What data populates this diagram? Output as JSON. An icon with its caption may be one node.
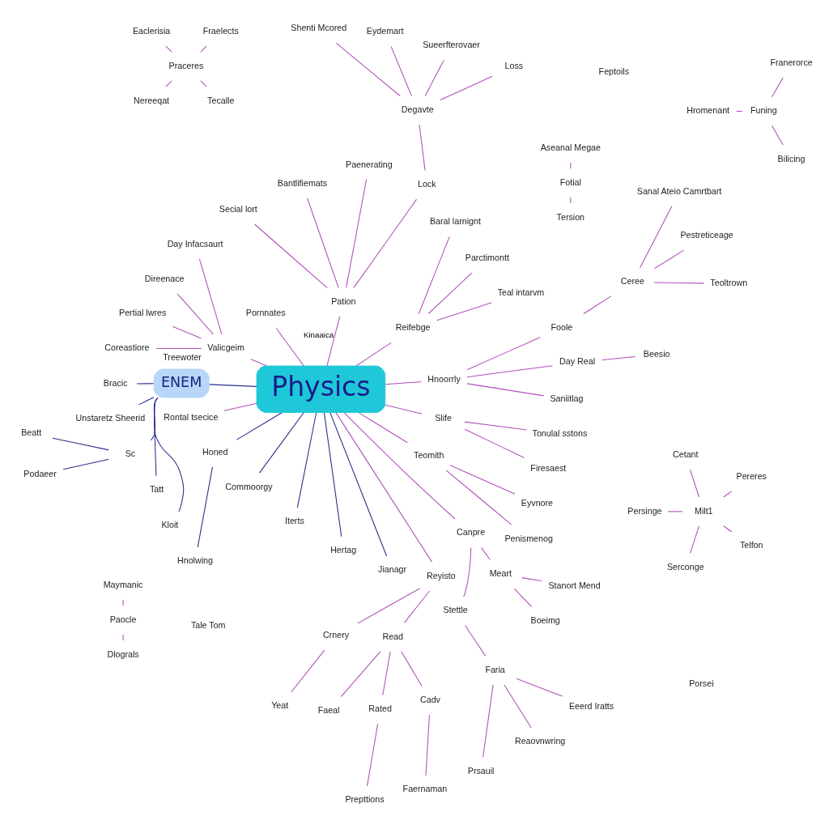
{
  "diagram": {
    "nodes": [
      {
        "text": [
          "Physics"
        ]
      },
      {
        "text": [
          "Hnoorrly"
        ]
      },
      {
        "text": [
          "Saniitlag"
        ]
      },
      {
        "text": [
          "Day Real"
        ]
      },
      {
        "text": [
          "Beesio"
        ]
      },
      {
        "text": [
          "Foole"
        ]
      },
      {
        "text": [
          "Ceree"
        ]
      },
      {
        "text": [
          "Teoltrown"
        ]
      },
      {
        "text": [
          "Pestreticeage"
        ]
      },
      {
        "text": [
          "Sanal Ateio Camrtbart"
        ]
      },
      {
        "text": [
          "Reifebge"
        ]
      },
      {
        "text": [
          "Teal intarvm"
        ]
      },
      {
        "text": [
          "Parctimontt"
        ]
      },
      {
        "text": [
          "Baral larnignt"
        ]
      },
      {
        "text": [
          "Degavte"
        ]
      },
      {
        "text": [
          "Loss"
        ]
      },
      {
        "text": [
          "Sueerfterovaer"
        ]
      },
      {
        "text": [
          "Eydemart"
        ]
      },
      {
        "text": [
          "Shenti Mcored"
        ]
      },
      {
        "text": [
          "Lock"
        ]
      },
      {
        "text": [
          "Pation"
        ]
      },
      {
        "text": [
          "Paenerating"
        ]
      },
      {
        "text": [
          "Bantlifiemats"
        ]
      },
      {
        "text": [
          "Secial lort"
        ]
      },
      {
        "text": [
          "Pornnates"
        ]
      },
      {
        "text": [
          "Valicgeim"
        ],
        "beside": [
          "Treewoter"
        ]
      },
      {
        "text": [
          "Day Infacsaurt"
        ]
      },
      {
        "text": [
          "Direenace"
        ]
      },
      {
        "text": [
          "Pertial lwres"
        ]
      },
      {
        "text": [
          "Coreastiore"
        ]
      },
      {
        "text": [
          "ENEM"
        ]
      },
      {
        "text": [
          "Bracic"
        ]
      },
      {
        "text": [
          "Unstaretz Sheerid"
        ]
      },
      {
        "text": [
          "Sc"
        ]
      },
      {
        "text": [
          "Beatt"
        ]
      },
      {
        "text": [
          "Podaeer"
        ]
      },
      {
        "text": [
          "Tatt"
        ]
      },
      {
        "text": [
          "Kloit"
        ]
      },
      {
        "text": [
          "Rontal tsecice"
        ]
      },
      {
        "text": [
          "Honed"
        ]
      },
      {
        "text": [
          "Hnolwing"
        ]
      },
      {
        "text": [
          "Commoorgy"
        ]
      },
      {
        "text": [
          "Iterts"
        ]
      },
      {
        "text": [
          "Hertag"
        ]
      },
      {
        "text": [
          "Jianagr"
        ]
      },
      {
        "text": [
          "Reyisto"
        ]
      },
      {
        "text": [
          "Crnery"
        ]
      },
      {
        "text": [
          "Yeat"
        ]
      },
      {
        "text": [
          "Read"
        ]
      },
      {
        "text": [
          "Faeal"
        ]
      },
      {
        "text": [
          "Rated"
        ]
      },
      {
        "text": [
          "Prepttions"
        ]
      },
      {
        "text": [
          "Cadv"
        ]
      },
      {
        "text": [
          "Faernaman"
        ]
      },
      {
        "text": [
          "Canpre"
        ]
      },
      {
        "text": [
          "Stettle"
        ]
      },
      {
        "text": [
          "Faria"
        ]
      },
      {
        "text": [
          "Prsauil"
        ]
      },
      {
        "text": [
          "Reaovnwring"
        ]
      },
      {
        "text": [
          "Eeerd Iratts"
        ]
      },
      {
        "text": [
          "Meart"
        ]
      },
      {
        "text": [
          "Boeimg"
        ]
      },
      {
        "text": [
          "Stanort Mend"
        ]
      },
      {
        "text": [
          "Tersion"
        ]
      },
      {
        "text": [
          "Fotial"
        ]
      },
      {
        "text": [
          "Aseanal Megae"
        ]
      },
      {
        "text": [
          "Telfon"
        ]
      },
      {
        "text": [
          "Milt1"
        ]
      },
      {
        "text": [
          "Pereres"
        ]
      },
      {
        "text": [
          "Cetant"
        ]
      },
      {
        "text": [
          "Persinge"
        ]
      },
      {
        "text": [
          "Serconge"
        ]
      },
      {
        "text": [
          "Bilicing"
        ]
      },
      {
        "text": [
          "Funing"
        ]
      },
      {
        "text": [
          "Franerorce"
        ]
      },
      {
        "text": [
          "Hromenant"
        ]
      },
      {
        "text": [
          "Dlograls"
        ]
      },
      {
        "text": [
          "Paocle"
        ]
      },
      {
        "text": [
          "Maymanic"
        ]
      },
      {
        "text": [
          "Teomith"
        ]
      },
      {
        "text": [
          "Penismenog"
        ]
      },
      {
        "text": [
          "Eyvnore"
        ]
      },
      {
        "text": [
          "Slife"
        ]
      },
      {
        "text": [
          "Firesaest"
        ]
      },
      {
        "text": [
          "Tonulal sstons"
        ]
      },
      {
        "text": [
          "Praceres"
        ]
      },
      {
        "text": [
          "Fraelects"
        ]
      },
      {
        "text": [
          "Eaclerisia"
        ]
      },
      {
        "text": [
          "Nereeqat"
        ]
      },
      {
        "text": [
          "Tecalle"
        ]
      }
    ],
    "edges": [
      {
        "from": 0,
        "to": 1,
        "arrow": "none"
      },
      {
        "from": 1,
        "to": 2,
        "arrow": "none"
      },
      {
        "from": 1,
        "to": 3,
        "arrow": "none"
      },
      {
        "from": 3,
        "to": 4,
        "arrow": "none"
      },
      {
        "from": 1,
        "to": 5,
        "arrow": "none"
      },
      {
        "from": 5,
        "to": 6,
        "arrow": "none"
      },
      {
        "from": 6,
        "to": 7,
        "arrow": "none"
      },
      {
        "from": 6,
        "to": 8,
        "arrow": "none"
      },
      {
        "from": 6,
        "to": 9,
        "arrow": "none"
      },
      {
        "from": 0,
        "to": 10,
        "arrow": "none"
      },
      {
        "from": 10,
        "to": 11,
        "arrow": "none"
      },
      {
        "from": 10,
        "to": 12,
        "arrow": "none"
      },
      {
        "from": 10,
        "to": 13,
        "arrow": "none"
      },
      {
        "from": 14,
        "to": 15,
        "arrow": "none"
      },
      {
        "from": 14,
        "to": 16,
        "arrow": "none"
      },
      {
        "from": 14,
        "to": 17,
        "arrow": "none"
      },
      {
        "from": 14,
        "to": 18,
        "arrow": "none"
      },
      {
        "from": 14,
        "to": 19,
        "arrow": "none"
      },
      {
        "from": 0,
        "to": 20,
        "arrow": "none",
        "label": "Kinaaica"
      },
      {
        "from": 20,
        "to": 19,
        "arrow": "none"
      },
      {
        "from": 20,
        "to": 21,
        "arrow": "none"
      },
      {
        "from": 20,
        "to": 22,
        "arrow": "none"
      },
      {
        "from": 20,
        "to": 23,
        "arrow": "none"
      },
      {
        "from": 0,
        "to": 24,
        "arrow": "none"
      },
      {
        "from": 0,
        "to": 25,
        "arrow": "none"
      },
      {
        "from": 25,
        "to": 26,
        "arrow": "none"
      },
      {
        "from": 25,
        "to": 27,
        "arrow": "none"
      },
      {
        "from": 25,
        "to": 28,
        "arrow": "none"
      },
      {
        "from": 25,
        "to": 29,
        "arrow": "none"
      },
      {
        "from": 0,
        "to": 30,
        "arrow": "none",
        "color": "#2a2f8c"
      },
      {
        "from": 30,
        "to": 31,
        "arrow": "none",
        "color": "#2a2f8c"
      },
      {
        "from": 30,
        "to": 32,
        "arrow": "none",
        "color": "#2a2f8c"
      },
      {
        "from": 30,
        "to": 33,
        "arrow": "none",
        "color": "#2a2f8c"
      },
      {
        "from": 33,
        "to": 34,
        "arrow": "none",
        "color": "#2a2f8c"
      },
      {
        "from": 33,
        "to": 35,
        "arrow": "none",
        "color": "#2a2f8c"
      },
      {
        "from": 30,
        "to": 36,
        "arrow": "none",
        "color": "#2a2f8c"
      },
      {
        "from": 30,
        "to": 37,
        "arrow": "none",
        "color": "#2a2f8c"
      },
      {
        "from": 0,
        "to": 38,
        "arrow": "none"
      },
      {
        "from": 0,
        "to": 39,
        "arrow": "none",
        "color": "#2a2f8c"
      },
      {
        "from": 39,
        "to": 40,
        "arrow": "none",
        "color": "#2a2f8c"
      },
      {
        "from": 0,
        "to": 41,
        "arrow": "none",
        "color": "#2a2f8c"
      },
      {
        "from": 0,
        "to": 42,
        "arrow": "none",
        "color": "#2a2f8c"
      },
      {
        "from": 0,
        "to": 43,
        "arrow": "none",
        "color": "#2a2f8c"
      },
      {
        "from": 0,
        "to": 44,
        "arrow": "none",
        "color": "#2a2f8c"
      },
      {
        "from": 0,
        "to": 45,
        "arrow": "none"
      },
      {
        "from": 45,
        "to": 46,
        "arrow": "none"
      },
      {
        "from": 46,
        "to": 47,
        "arrow": "none"
      },
      {
        "from": 45,
        "to": 48,
        "arrow": "none"
      },
      {
        "from": 48,
        "to": 49,
        "arrow": "none"
      },
      {
        "from": 48,
        "to": 50,
        "arrow": "none"
      },
      {
        "from": 50,
        "to": 51,
        "arrow": "none"
      },
      {
        "from": 48,
        "to": 52,
        "arrow": "none"
      },
      {
        "from": 52,
        "to": 53,
        "arrow": "none"
      },
      {
        "from": 0,
        "to": 54,
        "arrow": "none"
      },
      {
        "from": 54,
        "to": 55,
        "arrow": "none"
      },
      {
        "from": 55,
        "to": 56,
        "arrow": "none"
      },
      {
        "from": 56,
        "to": 57,
        "arrow": "none"
      },
      {
        "from": 56,
        "to": 58,
        "arrow": "none"
      },
      {
        "from": 56,
        "to": 59,
        "arrow": "none"
      },
      {
        "from": 54,
        "to": 60,
        "arrow": "none"
      },
      {
        "from": 60,
        "to": 61,
        "arrow": "none"
      },
      {
        "from": 60,
        "to": 62,
        "arrow": "none"
      },
      {
        "from": 63,
        "to": 64,
        "arrow": "none"
      },
      {
        "from": 64,
        "to": 65,
        "arrow": "none"
      },
      {
        "from": 66,
        "to": 67,
        "arrow": "none"
      },
      {
        "from": 67,
        "to": 68,
        "arrow": "none"
      },
      {
        "from": 67,
        "to": 69,
        "arrow": "none"
      },
      {
        "from": 67,
        "to": 70,
        "arrow": "none"
      },
      {
        "from": 67,
        "to": 71,
        "arrow": "none"
      },
      {
        "from": 72,
        "to": 73,
        "arrow": "none"
      },
      {
        "from": 73,
        "to": 74,
        "arrow": "none"
      },
      {
        "from": 73,
        "to": 75,
        "arrow": "none"
      },
      {
        "from": 76,
        "to": 77,
        "arrow": "none"
      },
      {
        "from": 77,
        "to": 78,
        "arrow": "none"
      },
      {
        "from": 0,
        "to": 79,
        "arrow": "none"
      },
      {
        "from": 79,
        "to": 80,
        "arrow": "none"
      },
      {
        "from": 79,
        "to": 81,
        "arrow": "none"
      },
      {
        "from": 0,
        "to": 82,
        "arrow": "none"
      },
      {
        "from": 82,
        "to": 83,
        "arrow": "none"
      },
      {
        "from": 82,
        "to": 84,
        "arrow": "none"
      },
      {
        "from": 85,
        "to": 86,
        "arrow": "none"
      },
      {
        "from": 85,
        "to": 87,
        "arrow": "none"
      },
      {
        "from": 85,
        "to": 88,
        "arrow": "none"
      },
      {
        "from": 85,
        "to": 89,
        "arrow": "none"
      }
    ],
    "labels": [
      "Porsei",
      "Tale Tom",
      "Feptoils"
    ]
  }
}
